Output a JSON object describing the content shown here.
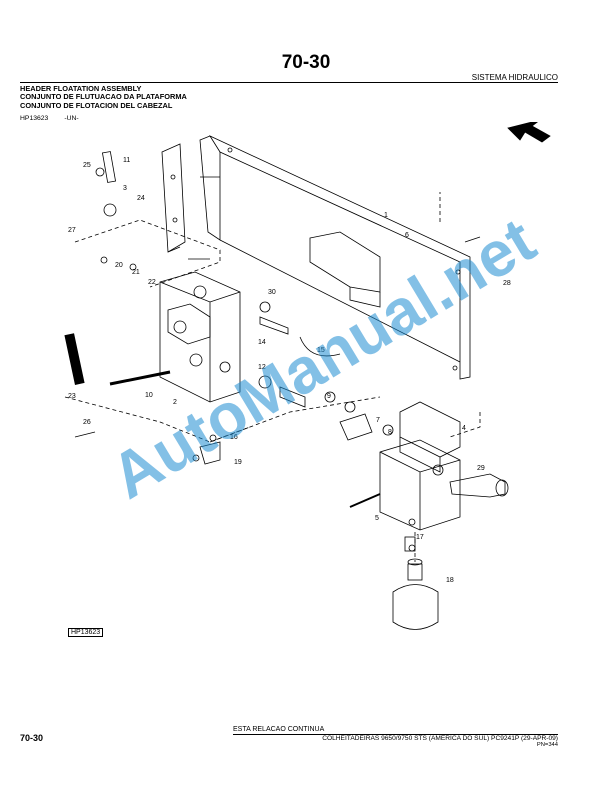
{
  "header": {
    "page_number": "70-30",
    "section": "SISTEMA HIDRAULICO"
  },
  "titles": [
    "HEADER FLOATATION ASSEMBLY",
    "CONJUNTO DE FLUTUACAO DA PLATAFORMA",
    "CONJUNTO DE FLOTACION DEL CABEZAL"
  ],
  "figure": {
    "ref": "HP13623",
    "code": "-UN-",
    "boxed_ref": "HP13623",
    "callouts": [
      "1",
      "2",
      "3",
      "4",
      "5",
      "6",
      "7",
      "8",
      "9",
      "10",
      "11",
      "12",
      "14",
      "15",
      "16",
      "17",
      "18",
      "19",
      "20",
      "21",
      "22",
      "23",
      "24",
      "25",
      "26",
      "27",
      "28",
      "29",
      "30"
    ]
  },
  "watermark": "AutoManual.net",
  "footer": {
    "continue_text": "ESTA RELACAO CONTINUA",
    "page_number": "70-30",
    "info": "COLHEITADEIRAS 9650/9750 STS (AMERICA DO SUL)   PC9241P   (29-APR-09)",
    "pn": "PN=344"
  },
  "colors": {
    "ink": "#000000",
    "watermark": "#1e8cd2"
  }
}
